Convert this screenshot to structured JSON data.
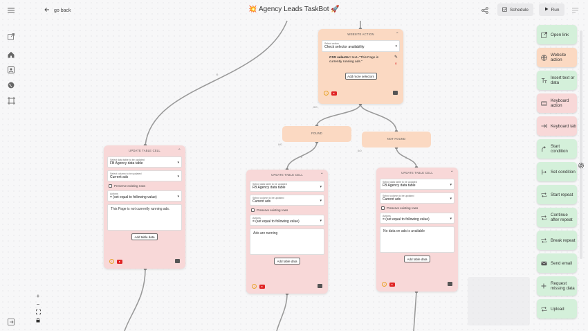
{
  "header": {
    "go_back": "go back",
    "title": "💥 Agency Leads TaskBot 🚀",
    "schedule": "Schedule",
    "run": "Run"
  },
  "nodes": {
    "website_action": {
      "header": "WEBSITE ACTION",
      "select_action_label": "Select action",
      "select_action_value": "Check selector availability",
      "css_label": "CSS selector:",
      "css_value": "text=\"This Page is currently running ads.\"",
      "add_selectors": "Add more selectors"
    },
    "found": {
      "label": "FOUND",
      "tag": "0/0"
    },
    "not_found": {
      "label": "NOT FOUND",
      "tag": "0/0"
    },
    "website_tag": "0/0",
    "left_tag": "0/0",
    "update_left": {
      "header": "UPDATE TABLE CELL",
      "table_label": "Select data table to be updated",
      "table_value": "FB Agency data table",
      "column_label": "Select column to be updated",
      "column_value": "Current ads",
      "preserve": "Preserve existing rows",
      "actions_label": "Actions",
      "actions_value": "= (set equal to following value)",
      "text": "This Page is not currently running ads.",
      "add_btn": "Add table data"
    },
    "update_mid": {
      "header": "UPDATE TABLE CELL",
      "table_label": "Select data table to be updated",
      "table_value": "FB Agency data table",
      "column_label": "Select column to be updated",
      "column_value": "Current ads",
      "preserve": "Preserve existing rows",
      "actions_label": "Actions",
      "actions_value": "= (set equal to following value)",
      "text": "Ads are running",
      "add_btn": "Add table data"
    },
    "update_right": {
      "header": "UPDATE TABLE CELL",
      "table_label": "Select data table to be updated",
      "table_value": "FB Agency data table",
      "column_label": "Select column to be updated",
      "column_value": "Current ads",
      "preserve": "Preserve existing rows",
      "actions_label": "Actions",
      "actions_value": "= (set equal to following value)",
      "text": "No data on ads is available",
      "add_btn": "Add table data"
    }
  },
  "panel": {
    "items": [
      {
        "label": "Open link",
        "color": "#d4f0da"
      },
      {
        "label": "Website action",
        "color": "#fbd9c2"
      },
      {
        "label": "Insert text or data",
        "color": "#d4f0da"
      },
      {
        "label": "Keyboard action",
        "color": "#f8d8d8"
      },
      {
        "label": "Keyboard tab",
        "color": "#f8d8d8"
      },
      {
        "label": "Start condition",
        "color": "#d4f0da"
      },
      {
        "label": "Set condition",
        "color": "#d4f0da"
      },
      {
        "label": "Start repeat",
        "color": "#d4f0da"
      },
      {
        "label": "Continue after repeat",
        "color": "#d4f0da"
      },
      {
        "label": "Break repeat",
        "color": "#d4f0da"
      },
      {
        "label": "Send email",
        "color": "#d4f0da"
      },
      {
        "label": "Request missing data",
        "color": "#d4f0da"
      },
      {
        "label": "Upload",
        "color": "#d4f0da"
      }
    ]
  },
  "zoom": {
    "in": "+",
    "out": "−"
  }
}
